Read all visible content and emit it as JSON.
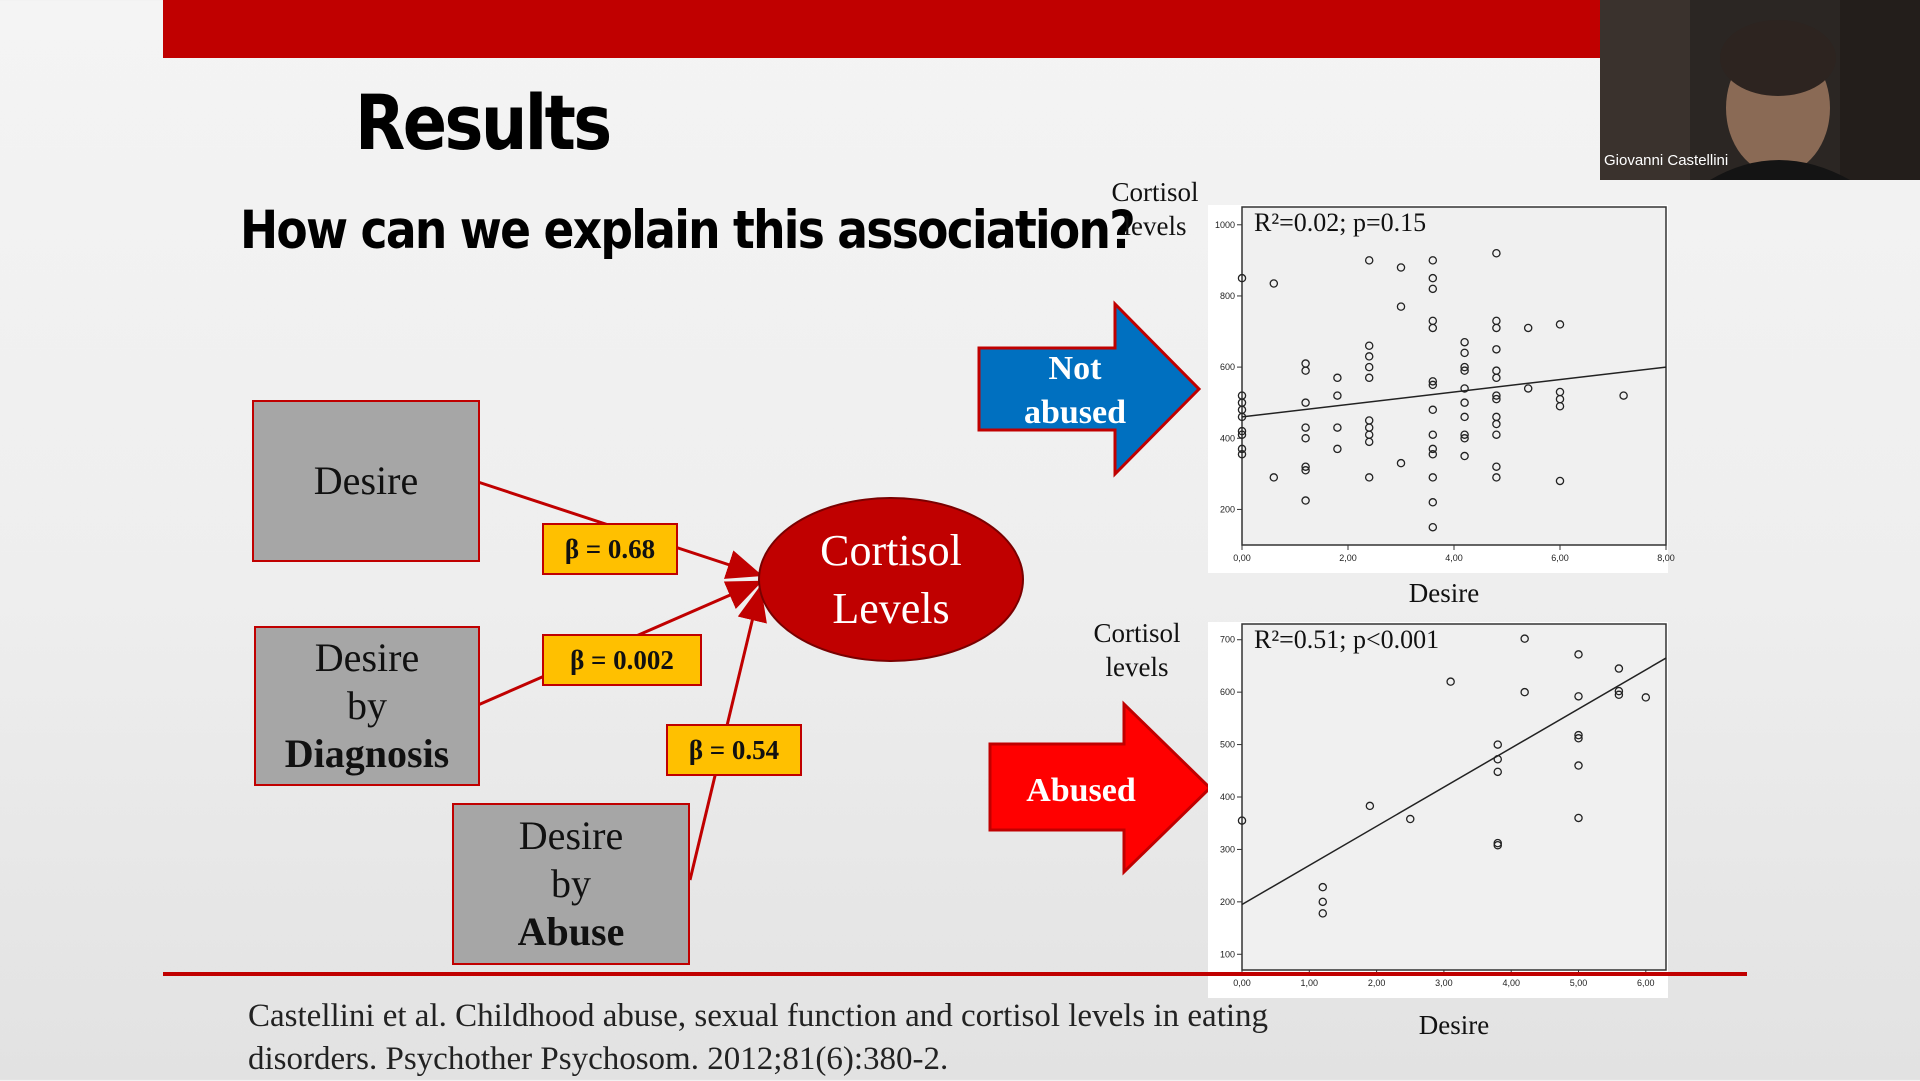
{
  "slide": {
    "title": "Results",
    "subtitle": "How can we explain this association?",
    "boxes": {
      "desire": "Desire",
      "desire_diag_l1": "Desire",
      "desire_diag_l2": "by",
      "desire_diag_l3": "Diagnosis",
      "desire_abuse_l1": "Desire",
      "desire_abuse_l2": "by",
      "desire_abuse_l3": "Abuse"
    },
    "betas": {
      "b1": "β = 0.68",
      "b2": "β = 0.002",
      "b3": "β = 0.54"
    },
    "outcome_l1": "Cortisol",
    "outcome_l2": "Levels",
    "arrows": {
      "not_abused_l1": "Not",
      "not_abused_l2": "abused",
      "abused": "Abused"
    },
    "colors": {
      "accent_red": "#c00000",
      "arrow_blue": "#0070c0",
      "beta_yellow": "#ffc000",
      "box_gray": "#a6a6a6"
    },
    "reference_l1": "Castellini et al. Childhood abuse, sexual function and cortisol levels in eating",
    "reference_l2": "disorders. Psychother Psychosom. 2012;81(6):380-2."
  },
  "webcam": {
    "participant_name": "Giovanni Castellini"
  },
  "chart_data": [
    {
      "type": "scatter",
      "title": "R²=0.02; p=0.15",
      "ylabel_l1": "Cortisol",
      "ylabel_l2": "levels",
      "xlabel": "Desire",
      "xlim": [
        0,
        8
      ],
      "ylim": [
        100,
        1050
      ],
      "xticks": [
        "0,00",
        "2,00",
        "4,00",
        "6,00",
        "8,00"
      ],
      "xtick_values": [
        0,
        2,
        4,
        6,
        8
      ],
      "yticks": [
        "200",
        "400",
        "600",
        "800",
        "1000"
      ],
      "ytick_values": [
        200,
        400,
        600,
        800,
        1000
      ],
      "fit_line": {
        "x": [
          0,
          8
        ],
        "y": [
          460,
          600
        ]
      },
      "points": [
        [
          0,
          520
        ],
        [
          0,
          500
        ],
        [
          0,
          480
        ],
        [
          0,
          460
        ],
        [
          0,
          420
        ],
        [
          0,
          410
        ],
        [
          0,
          370
        ],
        [
          0,
          355
        ],
        [
          0,
          850
        ],
        [
          0.6,
          835
        ],
        [
          0.6,
          290
        ],
        [
          1.2,
          610
        ],
        [
          1.2,
          590
        ],
        [
          1.2,
          500
        ],
        [
          1.2,
          430
        ],
        [
          1.2,
          400
        ],
        [
          1.2,
          320
        ],
        [
          1.2,
          310
        ],
        [
          1.2,
          225
        ],
        [
          1.8,
          570
        ],
        [
          1.8,
          520
        ],
        [
          1.8,
          430
        ],
        [
          1.8,
          370
        ],
        [
          2.4,
          900
        ],
        [
          2.4,
          660
        ],
        [
          2.4,
          630
        ],
        [
          2.4,
          600
        ],
        [
          2.4,
          570
        ],
        [
          2.4,
          450
        ],
        [
          2.4,
          430
        ],
        [
          2.4,
          410
        ],
        [
          2.4,
          390
        ],
        [
          2.4,
          290
        ],
        [
          3.0,
          880
        ],
        [
          3.0,
          770
        ],
        [
          3.0,
          330
        ],
        [
          3.6,
          900
        ],
        [
          3.6,
          850
        ],
        [
          3.6,
          820
        ],
        [
          3.6,
          730
        ],
        [
          3.6,
          710
        ],
        [
          3.6,
          560
        ],
        [
          3.6,
          550
        ],
        [
          3.6,
          480
        ],
        [
          3.6,
          410
        ],
        [
          3.6,
          370
        ],
        [
          3.6,
          355
        ],
        [
          3.6,
          290
        ],
        [
          3.6,
          220
        ],
        [
          3.6,
          150
        ],
        [
          4.2,
          670
        ],
        [
          4.2,
          640
        ],
        [
          4.2,
          600
        ],
        [
          4.2,
          590
        ],
        [
          4.2,
          540
        ],
        [
          4.2,
          500
        ],
        [
          4.2,
          460
        ],
        [
          4.2,
          410
        ],
        [
          4.2,
          400
        ],
        [
          4.2,
          350
        ],
        [
          4.8,
          920
        ],
        [
          4.8,
          730
        ],
        [
          4.8,
          710
        ],
        [
          4.8,
          650
        ],
        [
          4.8,
          590
        ],
        [
          4.8,
          570
        ],
        [
          4.8,
          520
        ],
        [
          4.8,
          510
        ],
        [
          4.8,
          460
        ],
        [
          4.8,
          440
        ],
        [
          4.8,
          410
        ],
        [
          4.8,
          320
        ],
        [
          4.8,
          290
        ],
        [
          5.4,
          710
        ],
        [
          5.4,
          540
        ],
        [
          6.0,
          720
        ],
        [
          6.0,
          530
        ],
        [
          6.0,
          510
        ],
        [
          6.0,
          490
        ],
        [
          6.0,
          280
        ],
        [
          7.2,
          520
        ]
      ]
    },
    {
      "type": "scatter",
      "title": "R²=0.51; p<0.001",
      "ylabel_l1": "Cortisol",
      "ylabel_l2": "levels",
      "xlabel": "Desire",
      "xlim": [
        0,
        6.3
      ],
      "ylim": [
        70,
        730
      ],
      "xticks": [
        "0,00",
        "1,00",
        "2,00",
        "3,00",
        "4,00",
        "5,00",
        "6,00"
      ],
      "xtick_values": [
        0,
        1,
        2,
        3,
        4,
        5,
        6
      ],
      "yticks": [
        "100",
        "200",
        "300",
        "400",
        "500",
        "600",
        "700"
      ],
      "ytick_values": [
        100,
        200,
        300,
        400,
        500,
        600,
        700
      ],
      "fit_line": {
        "x": [
          0,
          6.3
        ],
        "y": [
          195,
          665
        ]
      },
      "points": [
        [
          0,
          355
        ],
        [
          1.2,
          228
        ],
        [
          1.2,
          200
        ],
        [
          1.2,
          178
        ],
        [
          1.9,
          383
        ],
        [
          2.5,
          358
        ],
        [
          3.1,
          620
        ],
        [
          3.8,
          500
        ],
        [
          3.8,
          472
        ],
        [
          3.8,
          448
        ],
        [
          3.8,
          312
        ],
        [
          3.8,
          308
        ],
        [
          4.2,
          702
        ],
        [
          4.2,
          600
        ],
        [
          5.0,
          672
        ],
        [
          5.0,
          592
        ],
        [
          5.0,
          518
        ],
        [
          5.0,
          512
        ],
        [
          5.0,
          460
        ],
        [
          5.0,
          360
        ],
        [
          5.6,
          645
        ],
        [
          5.6,
          602
        ],
        [
          5.6,
          595
        ],
        [
          6.0,
          590
        ]
      ]
    }
  ]
}
